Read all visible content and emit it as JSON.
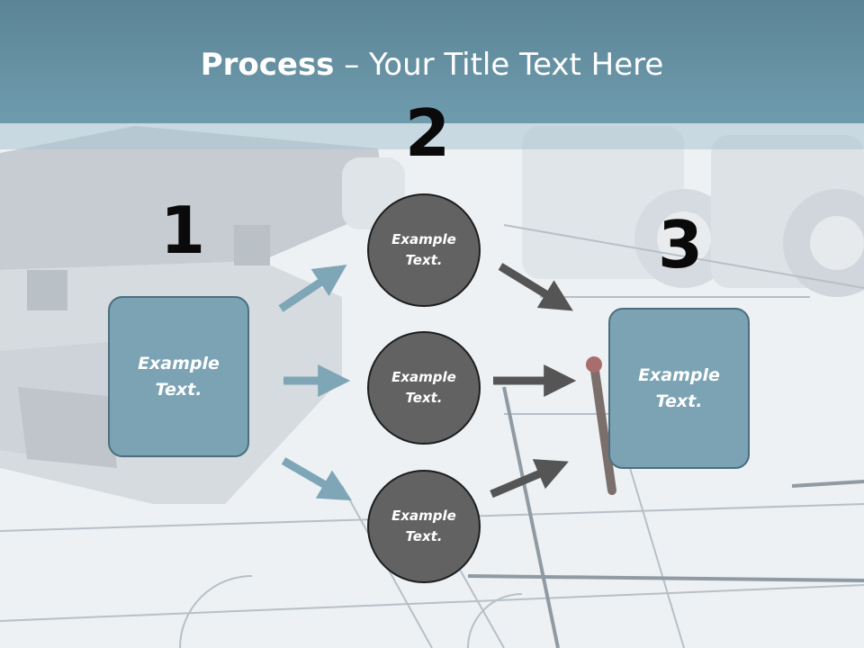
{
  "title": {
    "bold": "Process",
    "rest": " – Your Title Text Here"
  },
  "steps": [
    {
      "number": "1",
      "text": "Example Text."
    },
    {
      "number": "2",
      "items": [
        {
          "text": "Example Text."
        },
        {
          "text": "Example Text."
        },
        {
          "text": "Example Text."
        }
      ]
    },
    {
      "number": "3",
      "text": "Example Text."
    }
  ],
  "colors": {
    "header": "#6a93a6",
    "box_fill": "#7ba3b4",
    "circle_fill": "#626262",
    "arrow_blue": "#7fa6b7",
    "arrow_gray": "#555555"
  }
}
